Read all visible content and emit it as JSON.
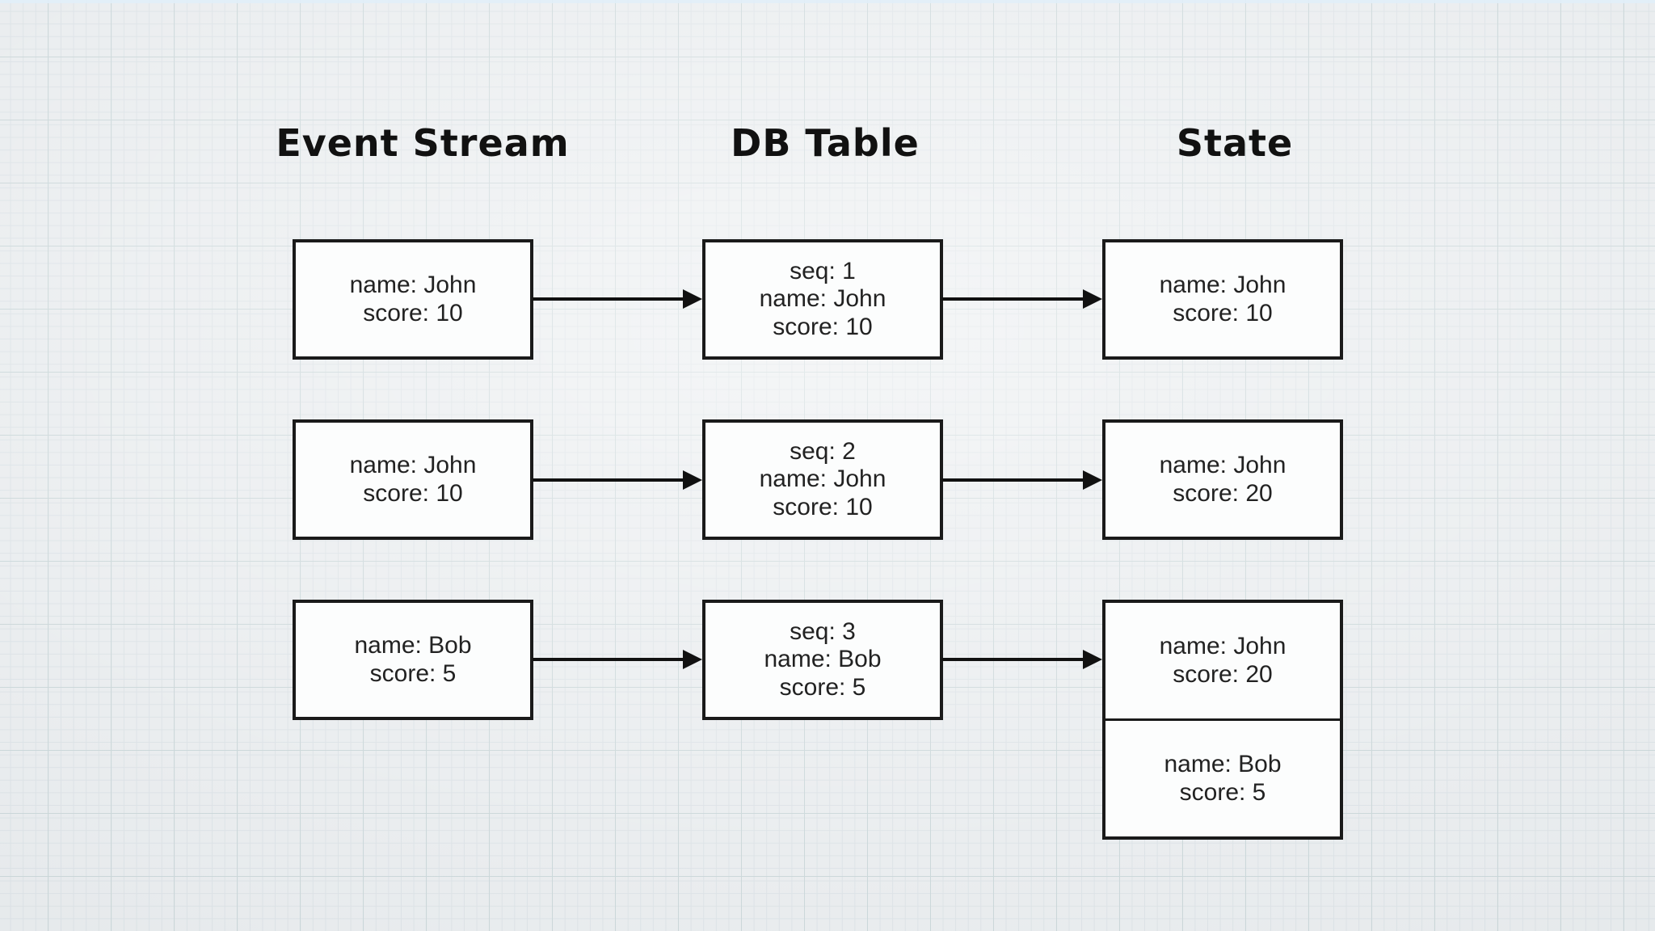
{
  "headers": {
    "event_stream": "Event Stream",
    "db_table": "DB Table",
    "state": "State"
  },
  "boxes": {
    "row1": {
      "event": "name: John\nscore: 10",
      "db": "seq: 1\nname: John\nscore: 10",
      "state": "name: John\nscore: 10"
    },
    "row2": {
      "event": "name: John\nscore: 10",
      "db": "seq: 2\nname: John\nscore: 10",
      "state": "name: John\nscore: 20"
    },
    "row3": {
      "event": "name: Bob\nscore: 5",
      "db": "seq: 3\nname: Bob\nscore: 5",
      "state_top": "name: John\nscore: 20",
      "state_bottom": "name: Bob\nscore: 5"
    }
  },
  "colors": {
    "background": "#eaedef",
    "grid_minor": "#dde3e7",
    "grid_major": "#ccd8da",
    "box_fill": "#fcfdfd",
    "box_border": "#1a1a1a",
    "arrow": "#111111",
    "heading_text": "#111111",
    "box_text": "#222222"
  }
}
